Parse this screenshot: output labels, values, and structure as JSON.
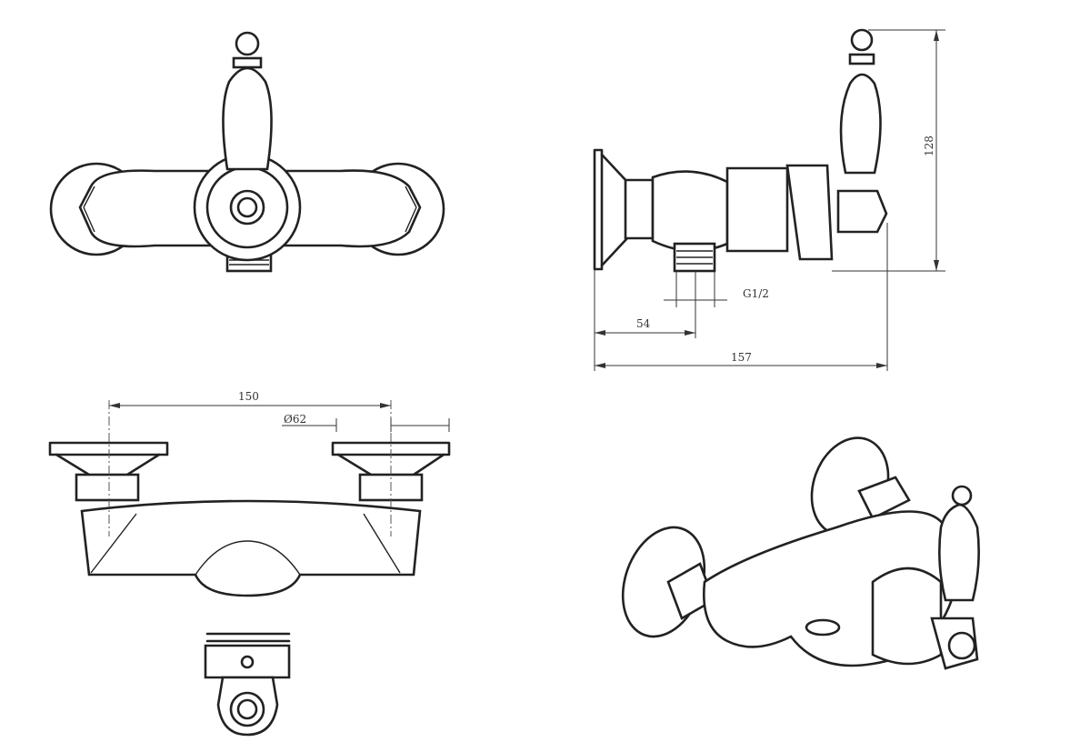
{
  "title": "Wall-mounted faucet technical drawing",
  "dimensions": {
    "height": "128",
    "thread": "G1/2",
    "outlet_offset": "54",
    "depth": "157",
    "centers": "150",
    "flange_diameter": "Ø62"
  }
}
